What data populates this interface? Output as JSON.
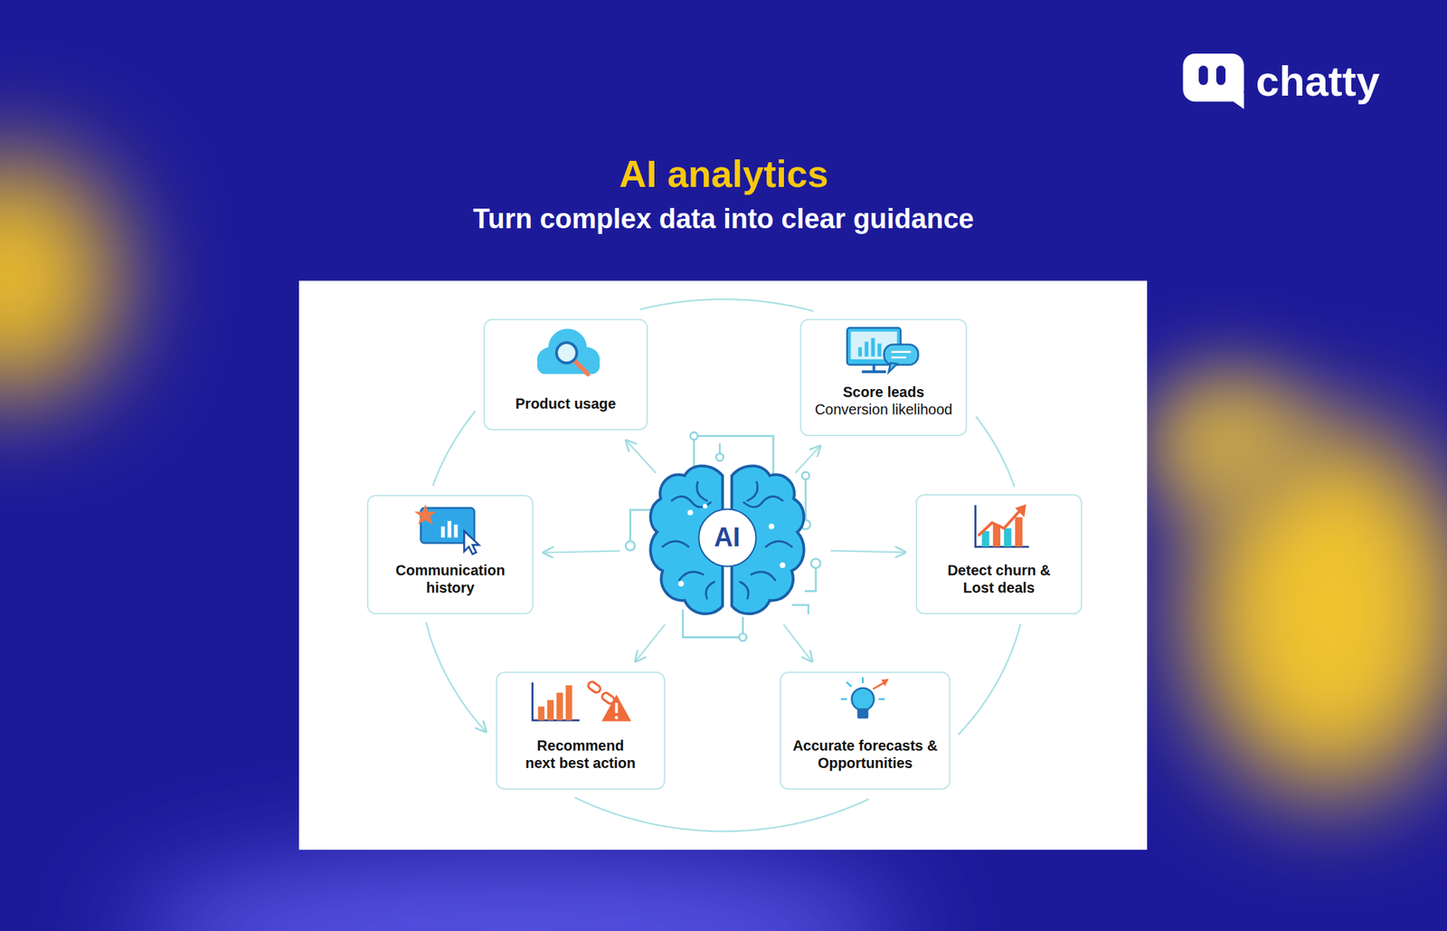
{
  "diagram": {
    "title": "AI analytics",
    "nodes": [
      {
        "text": [
          "Product usage"
        ]
      },
      {
        "text": [
          "Score leads",
          "Conversion likelihood"
        ]
      },
      {
        "text": [
          "Communication history"
        ]
      },
      {
        "text": [
          "AI"
        ]
      },
      {
        "text": [
          "Detect churn & Lost deals"
        ]
      },
      {
        "text": [
          "Recommend next best action"
        ]
      },
      {
        "text": [
          "Accurate forecasts & Opportunities"
        ]
      }
    ],
    "edges": [
      {
        "from": 3,
        "to": 0,
        "arrow": "to"
      },
      {
        "from": 3,
        "to": 1,
        "arrow": "to"
      },
      {
        "from": 3,
        "to": 2,
        "arrow": "to"
      },
      {
        "from": 3,
        "to": 4,
        "arrow": "to"
      },
      {
        "from": 3,
        "to": 5,
        "arrow": "to"
      },
      {
        "from": 3,
        "to": 6,
        "arrow": "to"
      },
      {
        "from": 0,
        "to": 2,
        "arrow": "none"
      },
      {
        "from": 2,
        "to": 5,
        "arrow": "to"
      },
      {
        "from": 5,
        "to": 6,
        "arrow": "none"
      },
      {
        "from": 6,
        "to": 4,
        "arrow": "none"
      },
      {
        "from": 4,
        "to": 1,
        "arrow": "none"
      },
      {
        "from": 1,
        "to": 0,
        "arrow": "none"
      }
    ],
    "labels": [
      "chatty",
      "Turn complex data into clear guidance"
    ]
  }
}
